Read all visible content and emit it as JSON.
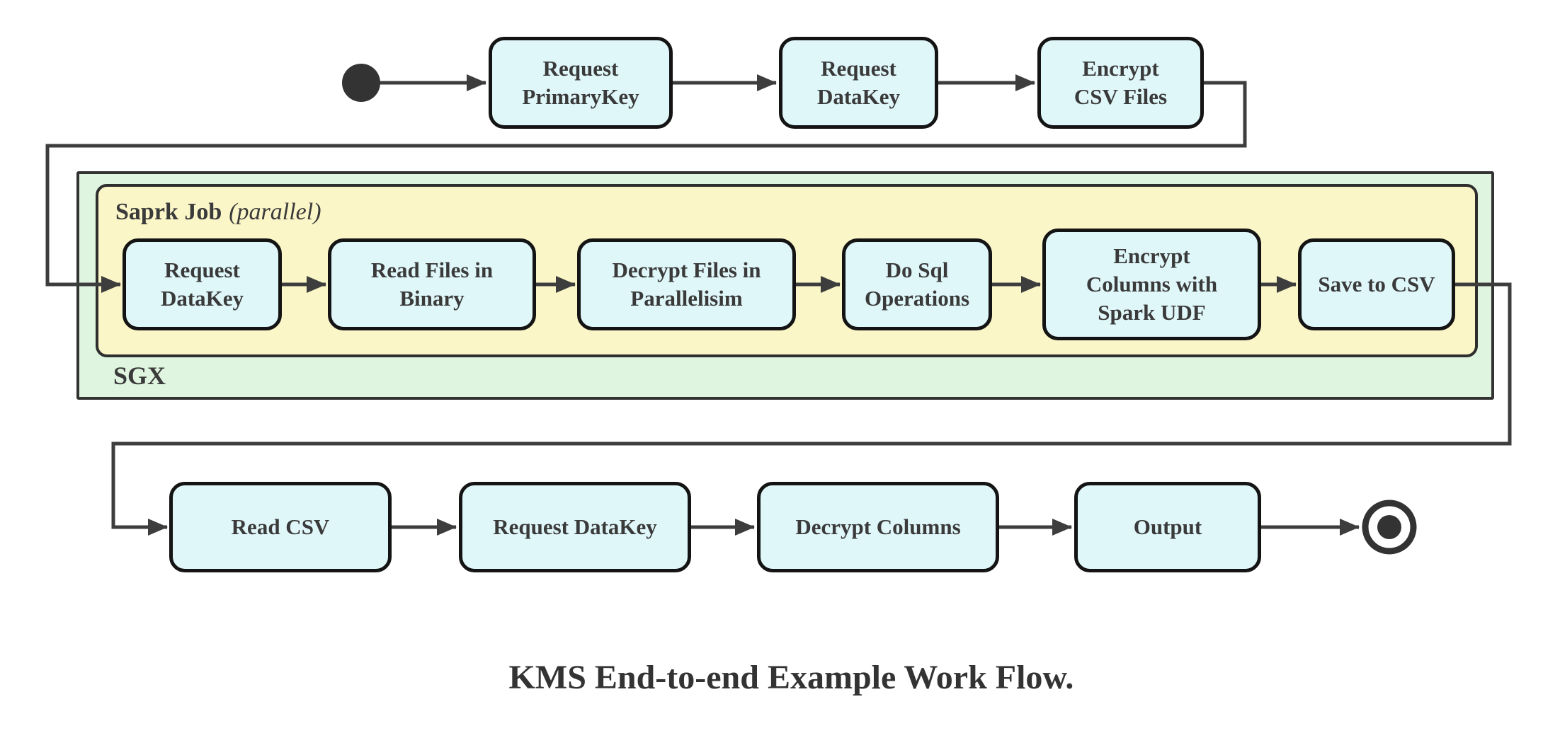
{
  "diagram": {
    "caption": "KMS End-to-end Example Work Flow.",
    "colors": {
      "node_fill": "#e0f7fa",
      "node_border": "#141414",
      "node_text": "#3a3a3a",
      "sgx_container_fill": "#dff5df",
      "sgx_container_border": "#333333",
      "spark_container_fill": "#fbf6c7",
      "spark_container_border": "#2e2e2e",
      "connector": "#3d3d3d",
      "background": "#ffffff"
    },
    "icons": {
      "start": "initial-state-filled-circle",
      "end": "final-state-double-circle"
    },
    "containers": {
      "sgx": {
        "label": "SGX"
      },
      "spark": {
        "label_bold": "Saprk Job",
        "label_italic": "(parallel)"
      }
    },
    "flows": {
      "top": [
        {
          "label": "Request\nPrimaryKey"
        },
        {
          "label": "Request\nDataKey"
        },
        {
          "label": "Encrypt\nCSV Files"
        }
      ],
      "sgx": [
        {
          "label": "Request\nDataKey"
        },
        {
          "label": "Read Files in\nBinary"
        },
        {
          "label": "Decrypt Files in\nParallelisim"
        },
        {
          "label": "Do Sql\nOperations"
        },
        {
          "label": "Encrypt\nColumns with\nSpark UDF"
        },
        {
          "label": "Save to CSV"
        }
      ],
      "bottom": [
        {
          "label": "Read CSV"
        },
        {
          "label": "Request DataKey"
        },
        {
          "label": "Decrypt Columns"
        },
        {
          "label": "Output"
        }
      ]
    }
  }
}
